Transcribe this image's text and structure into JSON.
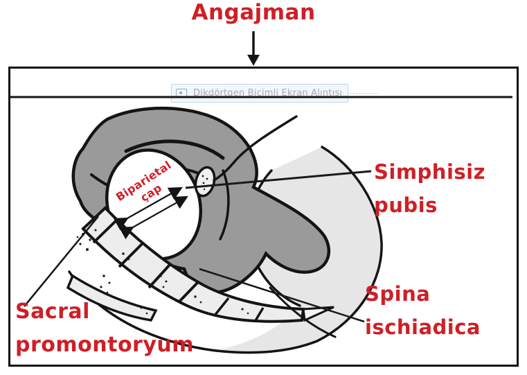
{
  "title": {
    "text": "Angajman"
  },
  "snip_toolbar": {
    "label": "Dikdörtgen Biçimli Ekran Alıntısı",
    "icon": "snip-camera-icon"
  },
  "figure": {
    "type": "anatomy-diagram",
    "subject": "fetal head engagement in maternal pelvis (lateral view)",
    "labels": {
      "biparietal": {
        "line1": "Biparietal",
        "line2": "çap"
      },
      "symphysis": {
        "line1": "Simphisiz",
        "line2": "pubis"
      },
      "spina": {
        "line1": "Spina",
        "line2": "ischiadica"
      },
      "sacral": {
        "line1": "Sacral",
        "line2": "promontoryum"
      }
    }
  },
  "colors": {
    "label_red": "#cf1f26",
    "line_black": "#141414",
    "body_gray": "#9a9a9a",
    "bone_light": "#ededed",
    "thigh_gray": "#e6e6e6",
    "tooltip_border": "#bdd7ef",
    "tooltip_text": "#a6abb4"
  }
}
